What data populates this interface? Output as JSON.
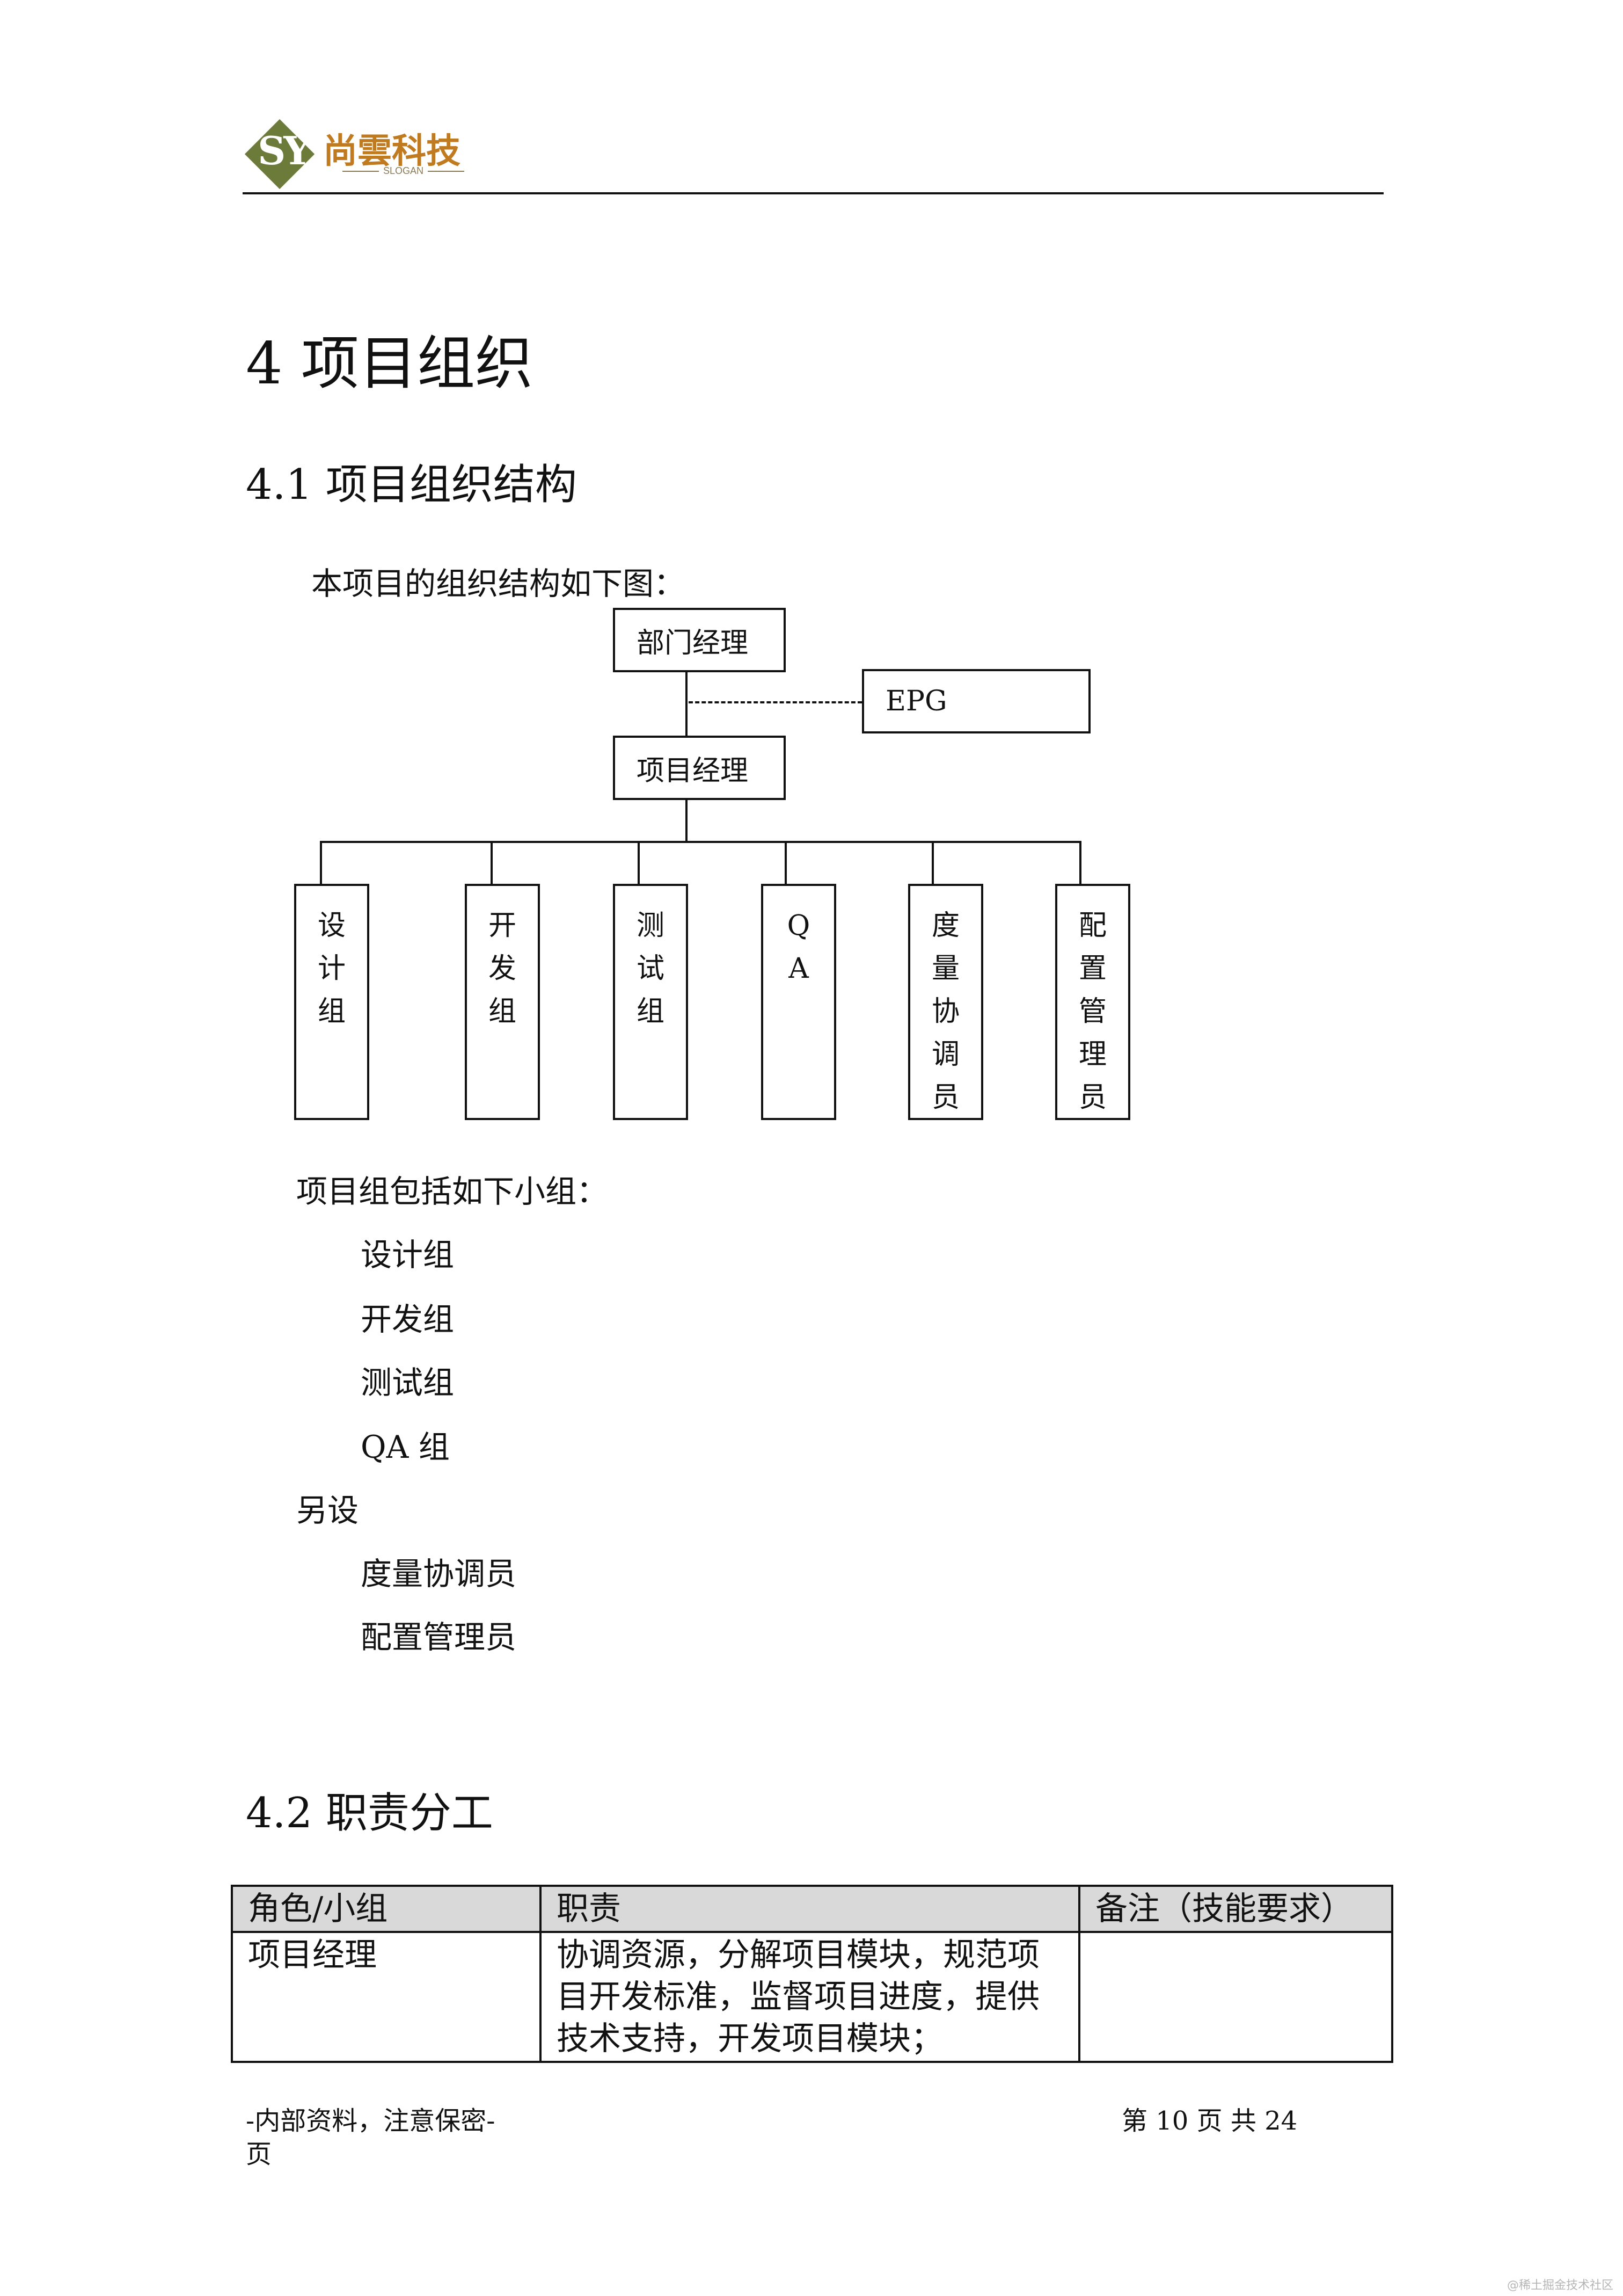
{
  "header": {
    "logo_mark": "SY",
    "company_name": "尚雲科技",
    "slogan": "SLOGAN"
  },
  "heading_1": "4 项目组织",
  "section_4_1": {
    "title": "4.1 项目组织结构",
    "intro": "本项目的组织结构如下图："
  },
  "org_chart": {
    "top": "部门经理",
    "side": "EPG",
    "manager": "项目经理",
    "units": [
      [
        "设",
        "计",
        "组"
      ],
      [
        "开",
        "发",
        "组"
      ],
      [
        "测",
        "试",
        "组"
      ],
      [
        "Q",
        "A"
      ],
      [
        "度",
        "量",
        "协",
        "调",
        "员"
      ],
      [
        "配",
        "置",
        "管",
        "理",
        "员"
      ]
    ]
  },
  "groups": {
    "intro": "项目组包括如下小组：",
    "items": [
      "设计组",
      "开发组",
      "测试组",
      "QA 组"
    ],
    "extra_label": "另设",
    "extra_items": [
      "度量协调员",
      "配置管理员"
    ]
  },
  "section_4_2": {
    "title": "4.2 职责分工"
  },
  "roles_table": {
    "headers": [
      "角色/小组",
      "职责",
      "备注（技能要求）"
    ],
    "rows": [
      {
        "role": "项目经理",
        "duty_lines": [
          "协调资源，分解项目模块，规范项",
          "目开发标准，监督项目进度，提供",
          "技术支持，开发项目模块；"
        ],
        "note": ""
      }
    ]
  },
  "footer": {
    "left_line1": "-内部资料，注意保密-",
    "left_line2": "页",
    "right": "第 10 页 共 24"
  },
  "watermark": "@稀土掘金技术社区"
}
